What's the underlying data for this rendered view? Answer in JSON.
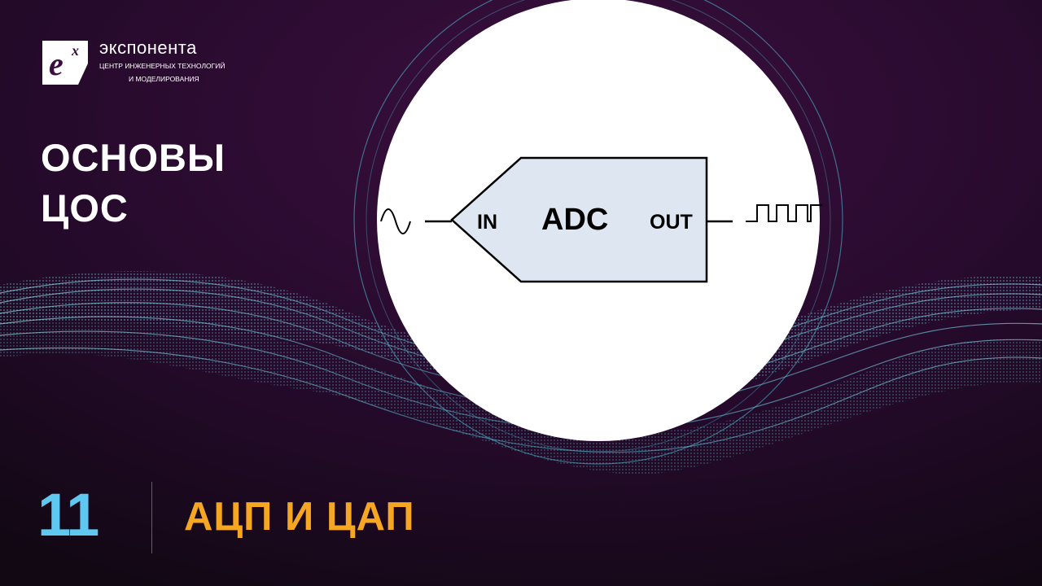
{
  "logo": {
    "name": "экспонента",
    "subtitle_line1": "ЦЕНТР ИНЖЕНЕРНЫХ ТЕХНОЛОГИЙ",
    "subtitle_line2": "И МОДЕЛИРОВАНИЯ",
    "mark_text": "e",
    "mark_superscript": "x"
  },
  "title": {
    "line1": "ОСНОВЫ",
    "line2": "ЦОС"
  },
  "episode": {
    "number": "11",
    "title": "АЦП И ЦАП"
  },
  "diagram": {
    "block_label": "ADC",
    "input_label": "IN",
    "output_label": "OUT",
    "input_icon": "sine-wave-icon",
    "output_icon": "square-wave-icon"
  },
  "colors": {
    "background": "#1a0a1e",
    "episode_number": "#5ec8f0",
    "episode_title": "#f5a623",
    "adc_block_fill": "#dde6f1",
    "wave_glow": "#4fc3d9"
  }
}
